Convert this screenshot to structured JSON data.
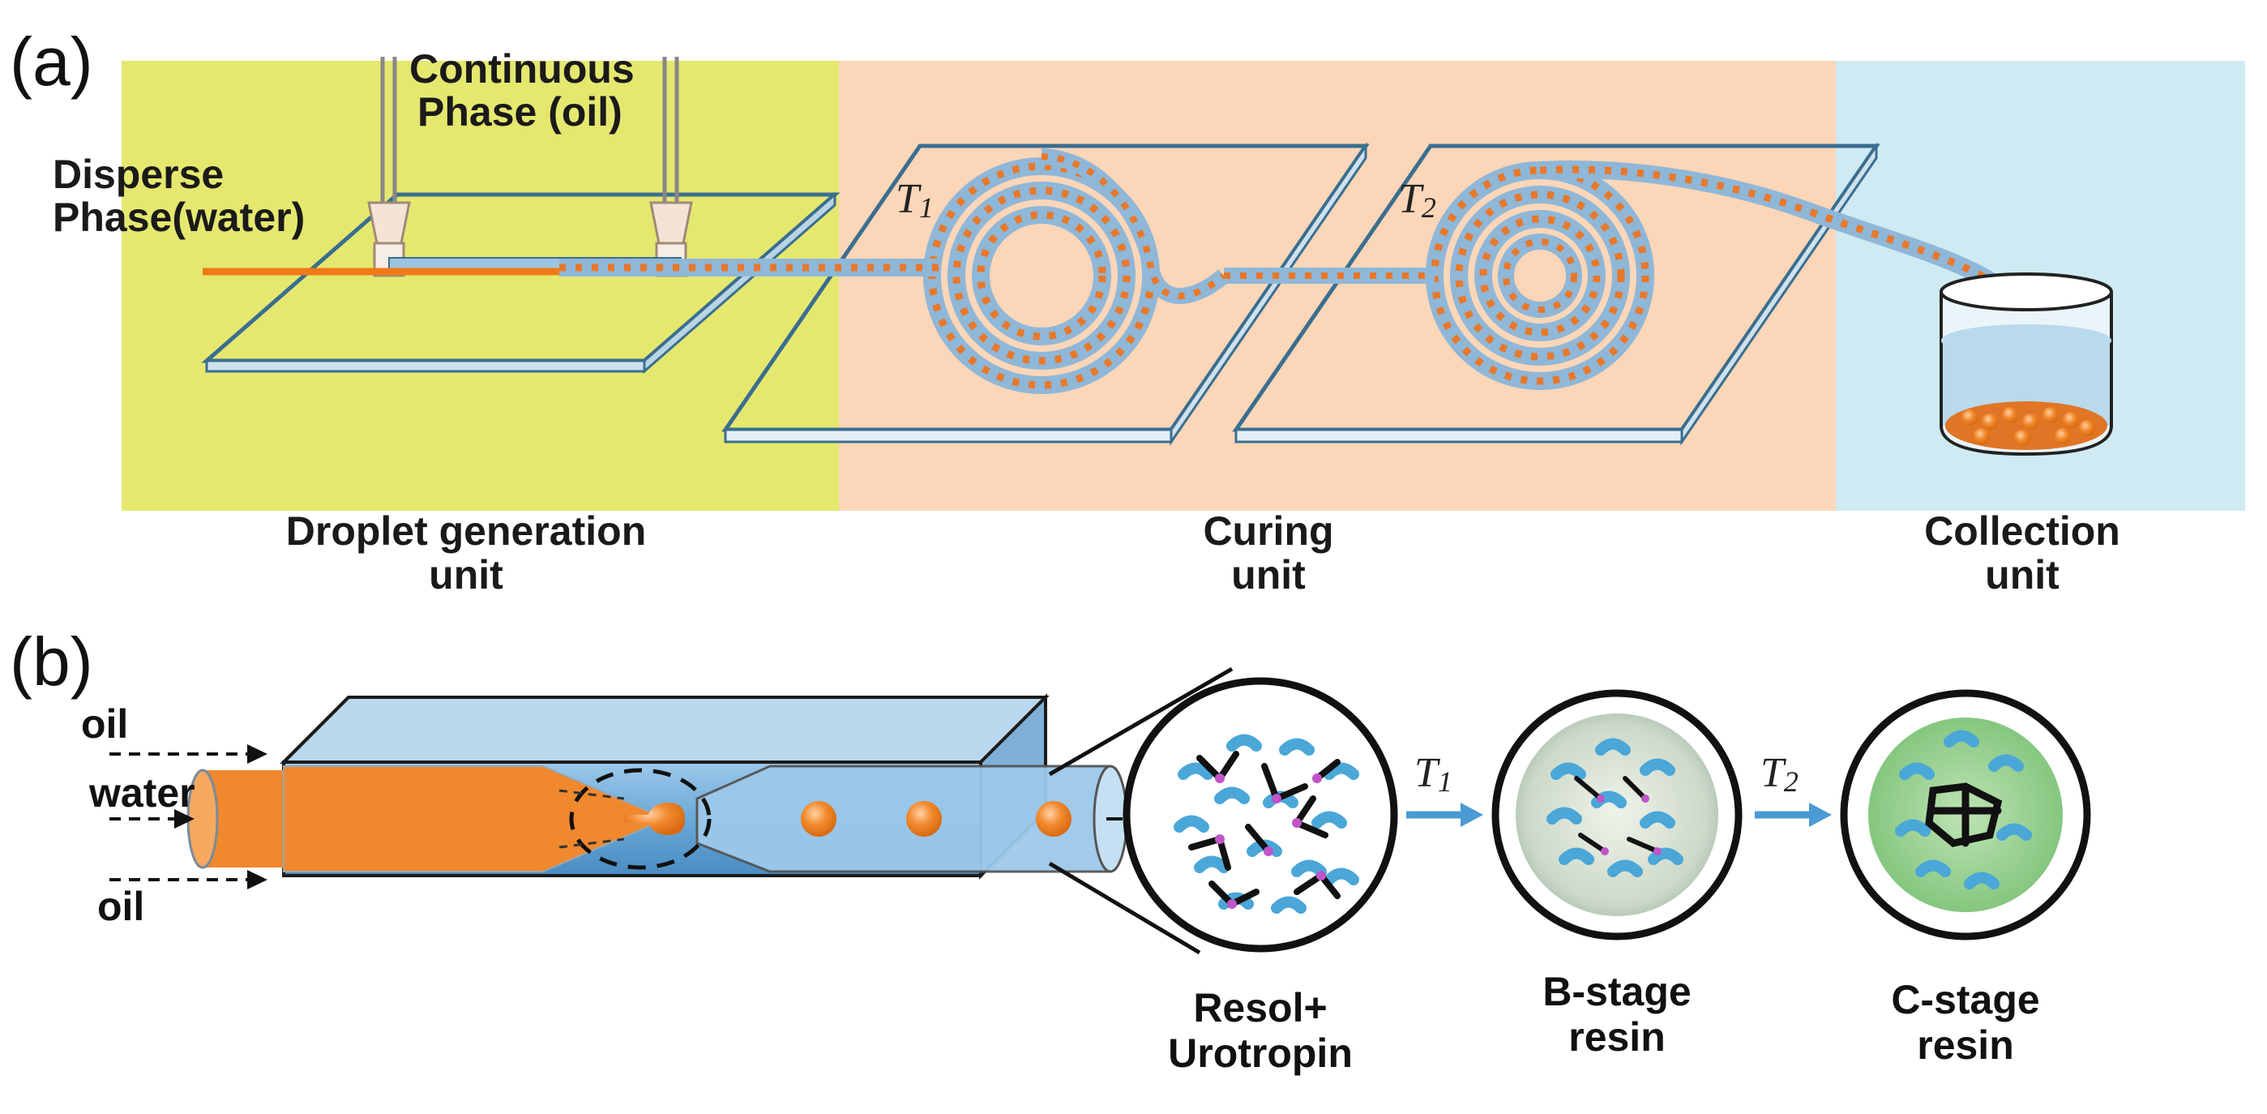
{
  "panel_a": {
    "letter": "(a)",
    "continuous_phase": [
      "Continuous",
      "Phase (oil)"
    ],
    "disperse_phase": [
      "Disperse",
      "Phase(water)"
    ],
    "t1": "T",
    "t1_sub": "1",
    "t2": "T",
    "t2_sub": "2",
    "units": {
      "droplet": [
        "Droplet generation",
        "unit"
      ],
      "curing": [
        "Curing",
        "unit"
      ],
      "collection": [
        "Collection",
        "unit"
      ]
    },
    "colors": {
      "droplet_bg": "#e5e86f",
      "curing_bg": "#fbd6b8",
      "collection_bg": "#cfeaf2",
      "tube": "#7fb0d8",
      "droplet": "#e8782a"
    }
  },
  "panel_b": {
    "letter": "(b)",
    "oil_top": "oil",
    "water": "water",
    "oil_bottom": "oil",
    "t1": "T",
    "t1_sub": "1",
    "t2": "T",
    "t2_sub": "2",
    "stage1": [
      "Resol+",
      "Urotropin"
    ],
    "stage2": [
      "B-stage",
      "resin"
    ],
    "stage3": [
      "C-stage",
      "resin"
    ]
  }
}
